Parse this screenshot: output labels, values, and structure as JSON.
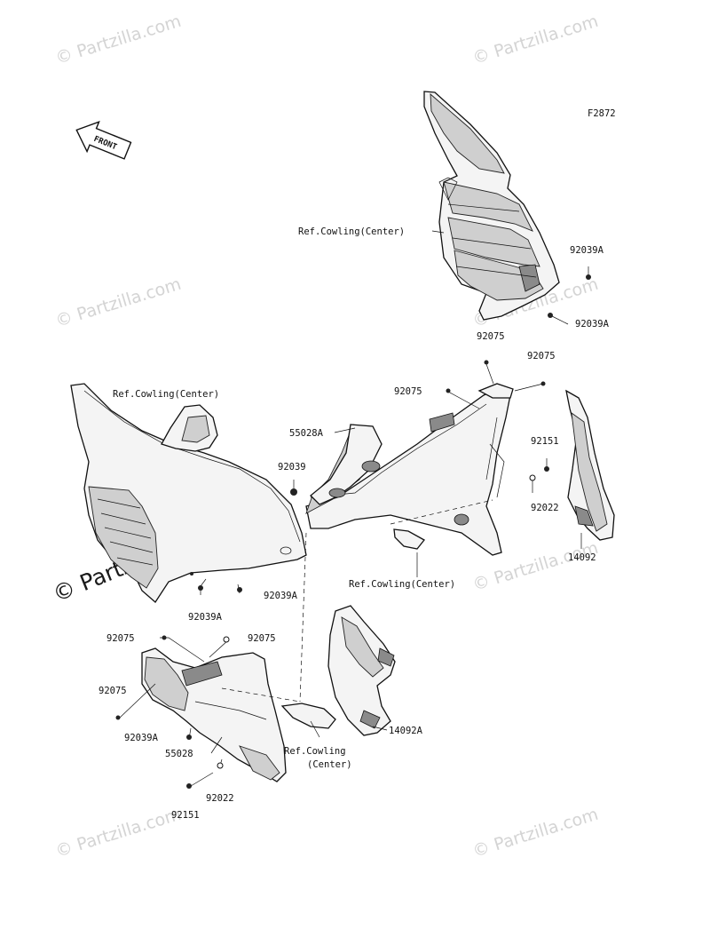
{
  "figure_code": "F2872",
  "front_badge": "FRONT",
  "watermark": {
    "text": "© Partzilla.com",
    "color": "#d4d4d4"
  },
  "labels": {
    "ref_cowling_center_1": "Ref.Cowling(Center)",
    "ref_cowling_center_2": "Ref.Cowling(Center)",
    "ref_cowling_center_3": "Ref.Cowling(Center)",
    "ref_cowling_line1": "Ref.Cowling",
    "ref_cowling_line2": "(Center)",
    "p92039A_1": "92039A",
    "p92039A_2": "92039A",
    "p92039A_3": "92039A",
    "p92039A_4": "92039A",
    "p92039A_5": "92039A",
    "p92075_1": "92075",
    "p92075_2": "92075",
    "p92075_3": "92075",
    "p92075_4": "92075",
    "p92075_5": "92075",
    "p92075_6": "92075",
    "p55028A": "55028A",
    "p55028": "55028",
    "p92039": "92039",
    "p92151_1": "92151",
    "p92151_2": "92151",
    "p92022_1": "92022",
    "p92022_2": "92022",
    "p14092": "14092",
    "p14092A": "14092A"
  }
}
